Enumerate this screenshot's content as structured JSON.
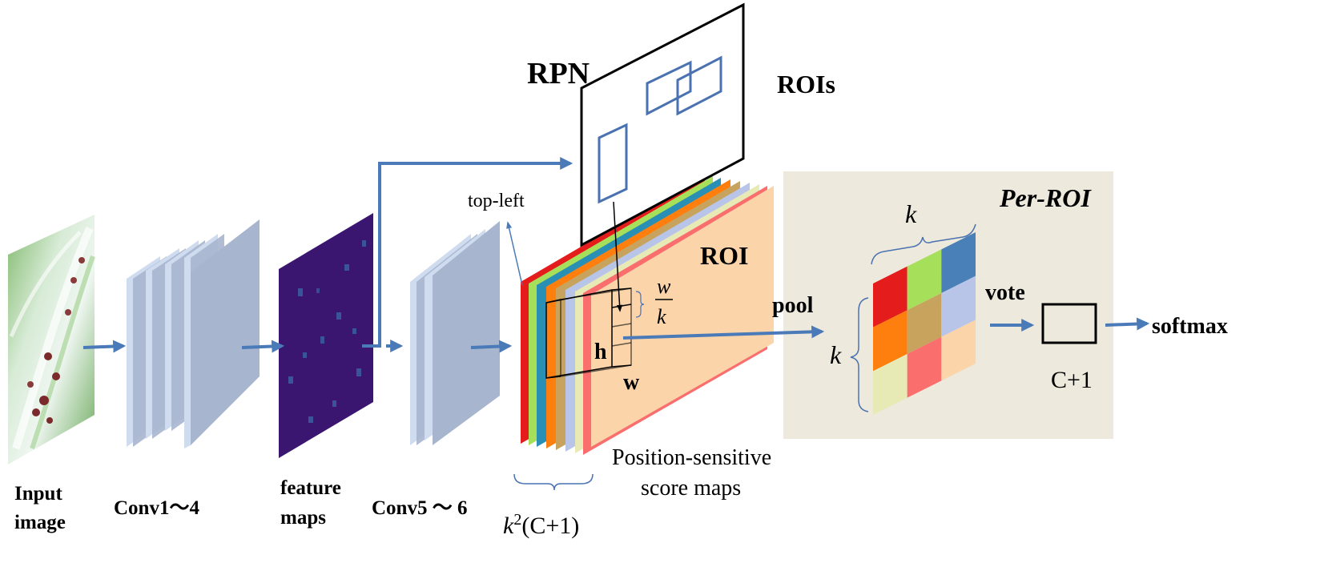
{
  "labels": {
    "input_image_line1": "Input",
    "input_image_line2": "image",
    "conv1_4": "Conv1～4",
    "feature_maps_line1": "feature",
    "feature_maps_line2": "maps",
    "conv5_6": "Conv5 ～ 6",
    "rpn": "RPN",
    "rois": "ROIs",
    "top_left": "top-left",
    "roi": "ROI",
    "w_over_k_num": "w",
    "w_over_k_den": "k",
    "h": "h",
    "w": "w",
    "pool": "pool",
    "per_roi": "Per-ROI",
    "k_top": "k",
    "k_left": "k",
    "vote": "vote",
    "softmax": "softmax",
    "c_plus_1": "C+1",
    "psm_line1": "Position-sensitive",
    "psm_line2": "score maps",
    "k2_base": "k",
    "k2_exp": "2",
    "k2_rest": "(C+1)"
  },
  "colors": {
    "arrow": "#4a7ab8",
    "conv_front": "#a7b5cf",
    "conv_side": "#cfdcef",
    "per_roi_bg": "#ede9dd",
    "roi_map": "#fbd4aa",
    "roi_box": "#4a72b0"
  },
  "score_map_colors": [
    "#e41c1c",
    "#a6e05a",
    "#2a8fb4",
    "#ff7f0e",
    "#c8a35e",
    "#b9c5e8",
    "#e8eab6",
    "#fa6e6e"
  ],
  "pooled_grid_colors": [
    [
      "#e41c1c",
      "#a6e05a",
      "#4a80b8"
    ],
    [
      "#ff7f0e",
      "#c8a35e",
      "#b9c5e8"
    ],
    [
      "#e8eab6",
      "#fa6e6e",
      "#fbd4aa"
    ]
  ]
}
